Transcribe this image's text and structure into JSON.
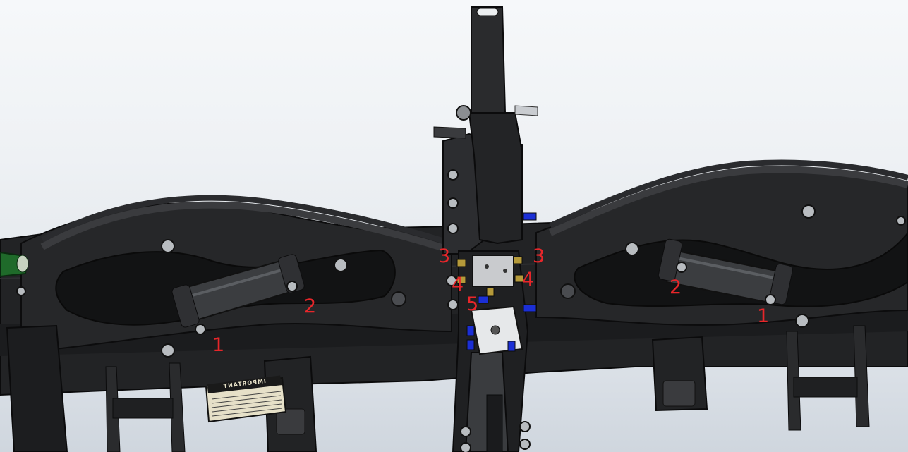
{
  "view": {
    "background_top": "#f6f8fa",
    "background_bottom": "#cfd6de",
    "frame_color": "#1e1f21",
    "edge_color": "#0c0c0d",
    "bolt_color": "#b8bcc0",
    "fitting_blue": "#1b2fd6",
    "fitting_brass": "#b59a3a",
    "manifold_color": "#d8dadd",
    "hose_green": "#1f6a2a"
  },
  "callouts": [
    {
      "label": "1"
    },
    {
      "label": "1"
    },
    {
      "label": "2"
    },
    {
      "label": "2"
    },
    {
      "label": "3"
    },
    {
      "label": "3"
    },
    {
      "label": "4"
    },
    {
      "label": "4"
    },
    {
      "label": "5"
    }
  ],
  "callout_color": "#e8262a",
  "decal": {
    "title": "IMPORTANT",
    "background": "#e6e0c8"
  }
}
